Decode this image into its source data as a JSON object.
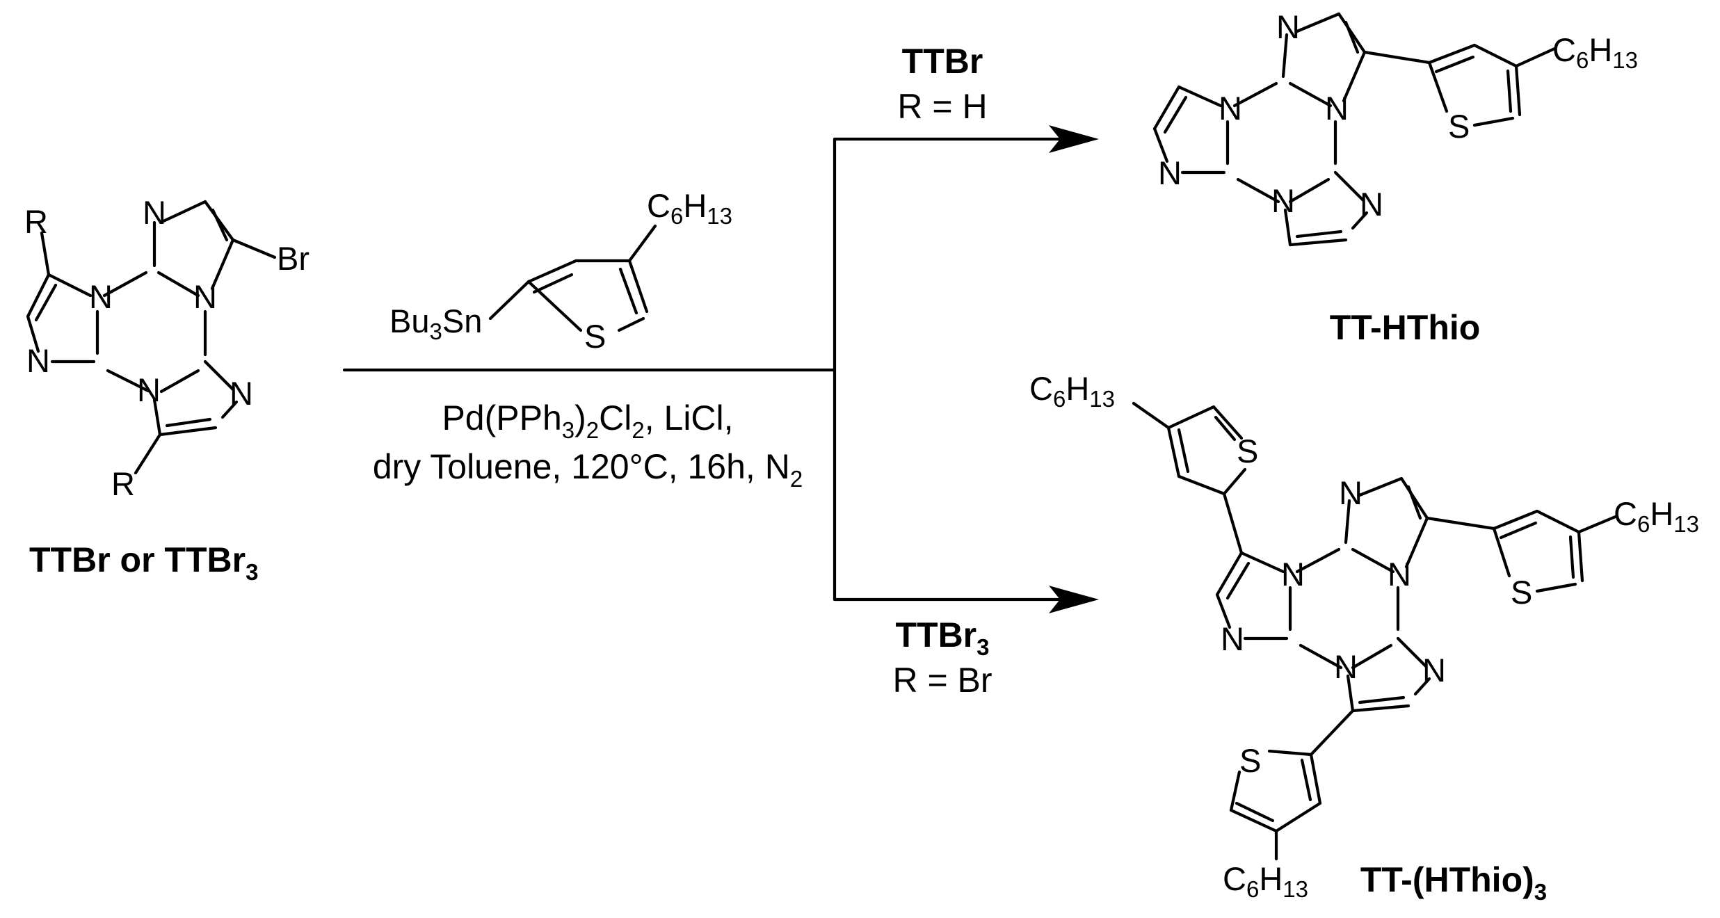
{
  "scheme": {
    "reactant": {
      "substituents": {
        "r": "R",
        "br": "Br",
        "n": "N"
      },
      "label_main": "TTBr or TTBr",
      "label_sub": "3"
    },
    "reagent": {
      "stannyl_a": "Bu",
      "stannyl_b": "3",
      "stannyl_c": "Sn",
      "sulfur": "S",
      "hexyl_a": "C",
      "hexyl_b": "6",
      "hexyl_c": "H",
      "hexyl_d": "13"
    },
    "conditions": {
      "line1_a": "Pd(PPh",
      "line1_b": "3",
      "line1_c": ")",
      "line1_d": "2",
      "line1_e": "Cl",
      "line1_f": "2",
      "line1_g": ", LiCl,",
      "line2_a": "dry Toluene,  120°C, 16h, N",
      "line2_b": "2"
    },
    "upper_branch": {
      "name": "TTBr",
      "condition": "R = H"
    },
    "lower_branch": {
      "name_a": "TTBr",
      "name_b": "3",
      "condition": "R = Br"
    },
    "product_1": {
      "label": "TT-HThio"
    },
    "product_2": {
      "label_a": "TT-(HThio)",
      "label_b": "3"
    }
  }
}
